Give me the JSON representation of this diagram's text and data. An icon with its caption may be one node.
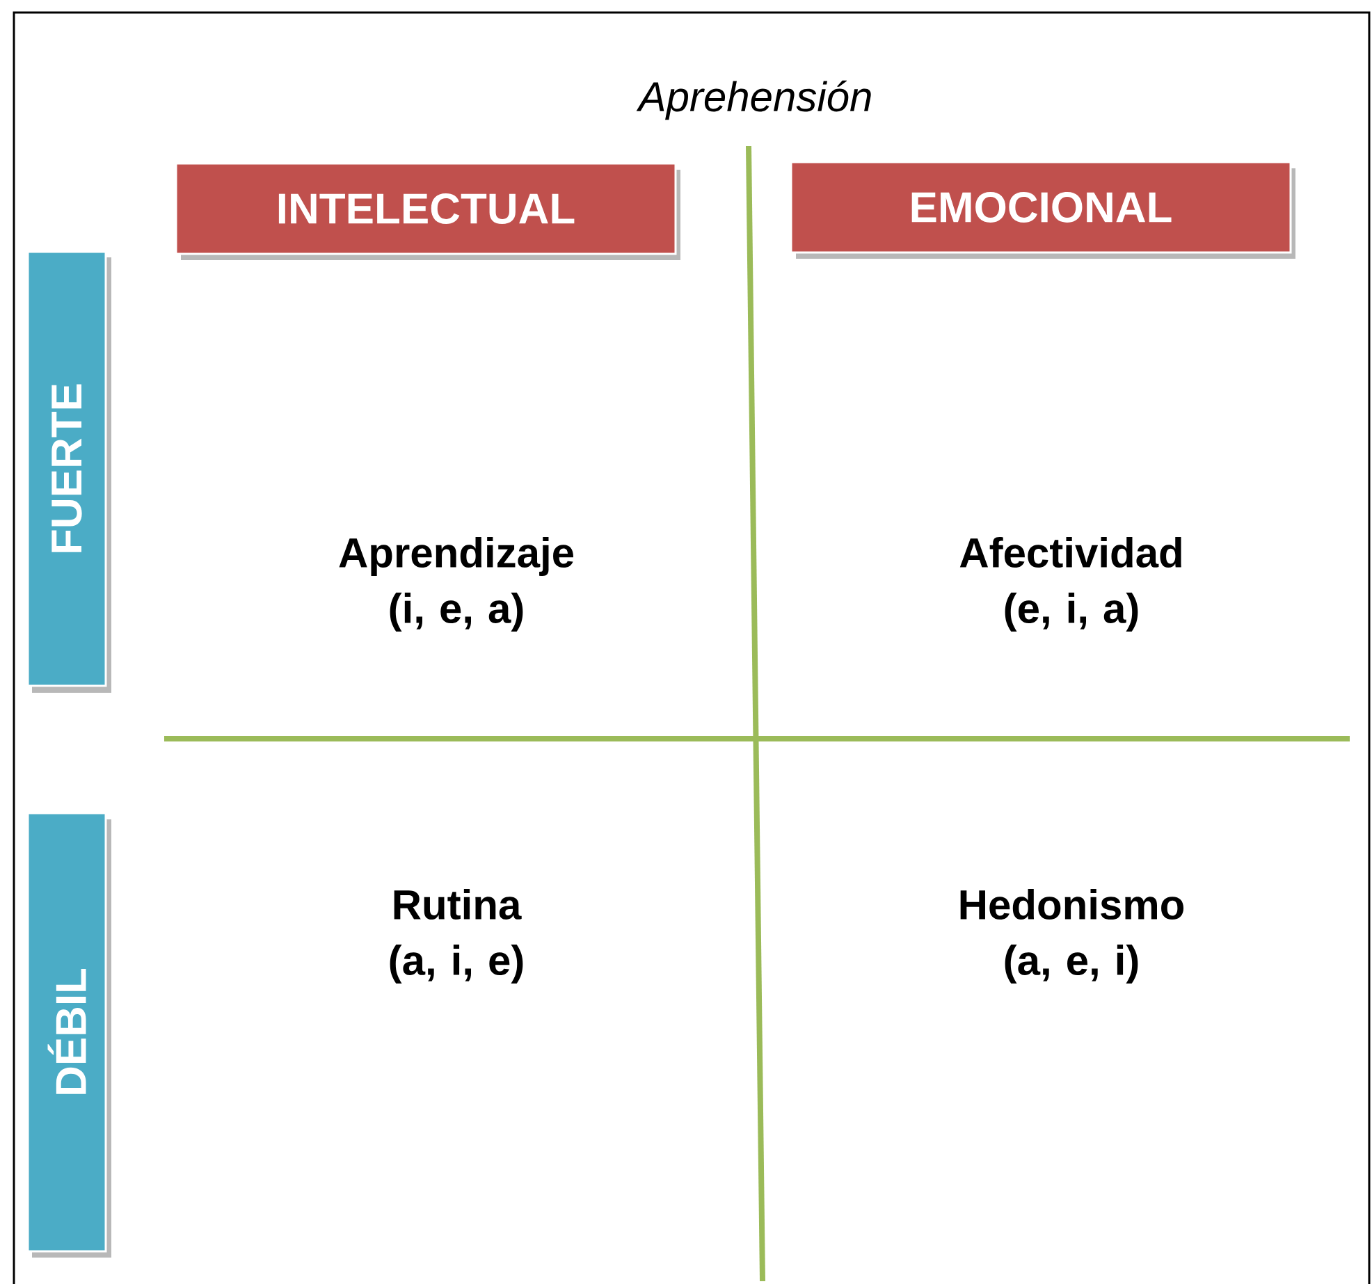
{
  "diagram": {
    "title": "Aprehensión",
    "nodes": [
      {
        "text": [
          "INTELECTUAL"
        ]
      },
      {
        "text": [
          "EMOCIONAL"
        ]
      },
      {
        "text": [
          "FUERTE"
        ]
      },
      {
        "text": [
          "DÉBIL"
        ]
      }
    ],
    "labels": [
      "Aprendizaje (i, e, a)",
      "Afectividad (e, i, a)",
      "Rutina (a, i, e)",
      "Hedonismo (a, e, i)"
    ]
  }
}
